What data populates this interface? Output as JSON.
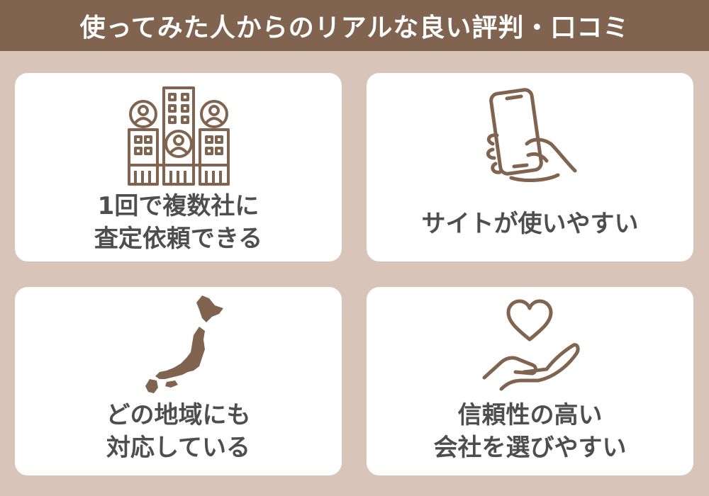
{
  "header": {
    "title": "使ってみた人からのリアルな良い評判・口コミ"
  },
  "cards": [
    {
      "icon": "multiple-companies-icon",
      "lines": [
        "1回で複数社に",
        "査定依頼できる"
      ]
    },
    {
      "icon": "smartphone-hand-icon",
      "lines": [
        "サイトが使いやすい"
      ]
    },
    {
      "icon": "japan-map-icon",
      "lines": [
        "どの地域にも",
        "対応している"
      ]
    },
    {
      "icon": "heart-hand-icon",
      "lines": [
        "信頼性の高い",
        "会社を選びやすい"
      ]
    }
  ],
  "colors": {
    "header_bg": "#80644f",
    "page_bg": "#d8c4b8",
    "icon": "#80644f",
    "text": "#4e4e4e",
    "card_bg": "#ffffff"
  }
}
